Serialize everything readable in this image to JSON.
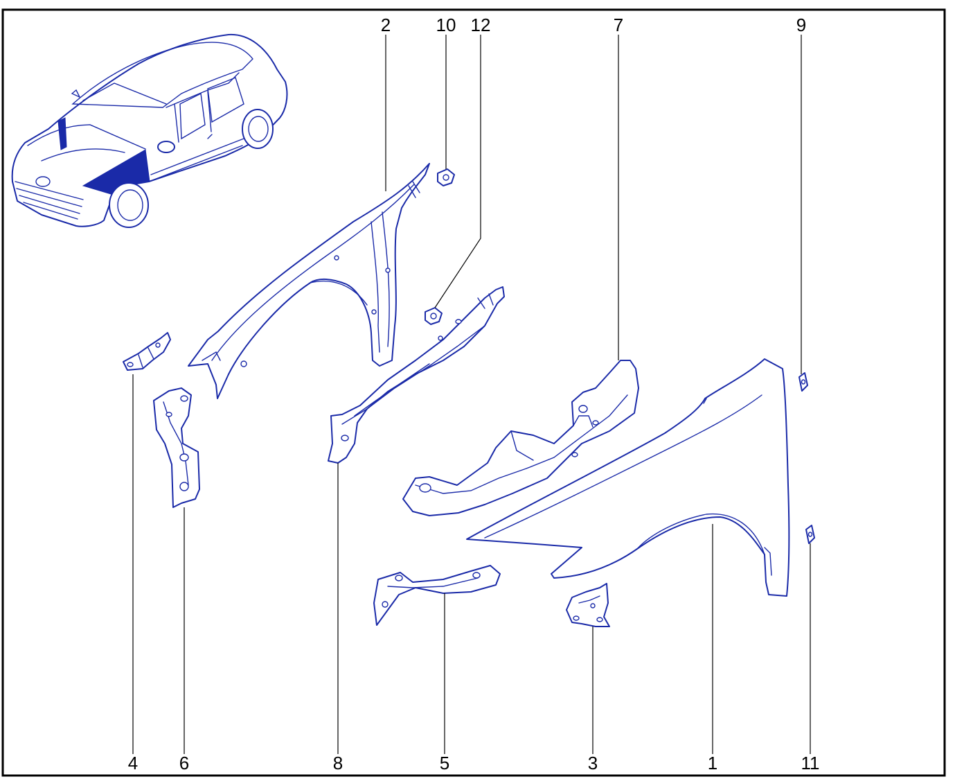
{
  "callouts": [
    {
      "id": "c1",
      "text": "1"
    },
    {
      "id": "c2",
      "text": "2"
    },
    {
      "id": "c3",
      "text": "3"
    },
    {
      "id": "c4",
      "text": "4"
    },
    {
      "id": "c5",
      "text": "5"
    },
    {
      "id": "c6",
      "text": "6"
    },
    {
      "id": "c7",
      "text": "7"
    },
    {
      "id": "c8",
      "text": "8"
    },
    {
      "id": "c9",
      "text": "9"
    },
    {
      "id": "c10",
      "text": "10"
    },
    {
      "id": "c11",
      "text": "11"
    },
    {
      "id": "c12",
      "text": "12"
    }
  ],
  "colors": {
    "line_art": "#1a2aa8",
    "frame": "#000000",
    "background": "#ffffff"
  }
}
